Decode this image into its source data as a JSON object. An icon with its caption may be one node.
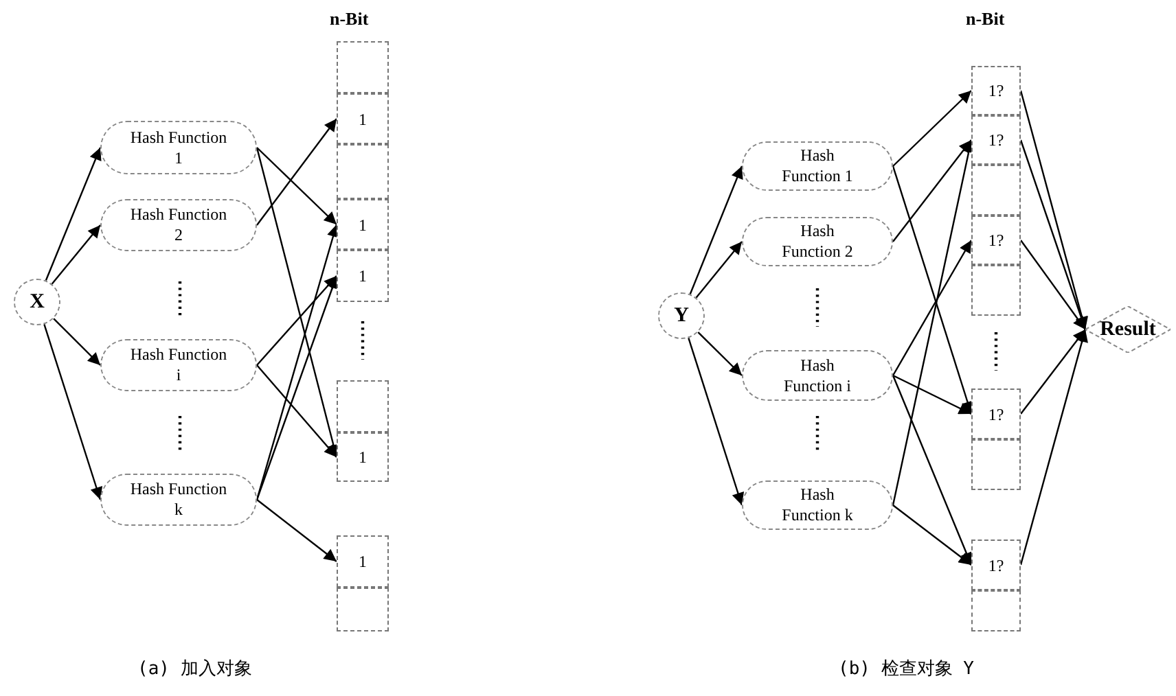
{
  "diagram": {
    "nodes": [
      {
        "text": [
          "X"
        ]
      },
      {
        "text": [
          "Hash Function 1"
        ]
      },
      {
        "text": [
          "Hash Function 2"
        ]
      },
      {
        "text": [
          "Hash Function i"
        ]
      },
      {
        "text": [
          "Hash Function k"
        ]
      },
      {
        "text": [],
        "shape": "box"
      },
      {
        "text": [
          "1"
        ]
      },
      {
        "text": [],
        "shape": "box"
      },
      {
        "text": [
          "1"
        ]
      },
      {
        "text": [
          "1"
        ]
      },
      {
        "text": [],
        "shape": "box"
      },
      {
        "text": [
          "1"
        ]
      },
      {
        "text": [
          "1"
        ]
      },
      {
        "text": [],
        "shape": "box"
      },
      {
        "text": [
          "Y"
        ]
      },
      {
        "text": [
          "Hash Function 1"
        ]
      },
      {
        "text": [
          "Hash Function 2"
        ]
      },
      {
        "text": [
          "Hash Function i"
        ]
      },
      {
        "text": [
          "Hash Function k"
        ]
      },
      {
        "text": [
          "1?"
        ]
      },
      {
        "text": [
          "1?"
        ]
      },
      {
        "text": [],
        "shape": "box"
      },
      {
        "text": [
          "1?"
        ]
      },
      {
        "text": [],
        "shape": "box"
      },
      {
        "text": [
          "1?"
        ]
      },
      {
        "text": [],
        "shape": "box"
      },
      {
        "text": [
          "1?"
        ]
      },
      {
        "text": [],
        "shape": "box"
      },
      {
        "text": [
          "Result"
        ]
      }
    ],
    "edges": [
      {
        "from": 0,
        "to": 1,
        "arrow": "to"
      },
      {
        "from": 0,
        "to": 2,
        "arrow": "to"
      },
      {
        "from": 0,
        "to": 3,
        "arrow": "to"
      },
      {
        "from": 0,
        "to": 4,
        "arrow": "to"
      },
      {
        "from": 1,
        "to": 8,
        "arrow": "to"
      },
      {
        "from": 1,
        "to": 11,
        "arrow": "to"
      },
      {
        "from": 2,
        "to": 6,
        "arrow": "to"
      },
      {
        "from": 3,
        "to": 9,
        "arrow": "to"
      },
      {
        "from": 3,
        "to": 11,
        "arrow": "to"
      },
      {
        "from": 4,
        "to": 8,
        "arrow": "to"
      },
      {
        "from": 4,
        "to": 9,
        "arrow": "to"
      },
      {
        "from": 4,
        "to": 12,
        "arrow": "to"
      },
      {
        "from": 14,
        "to": 15,
        "arrow": "to"
      },
      {
        "from": 14,
        "to": 16,
        "arrow": "to"
      },
      {
        "from": 14,
        "to": 17,
        "arrow": "to"
      },
      {
        "from": 14,
        "to": 18,
        "arrow": "to"
      },
      {
        "from": 15,
        "to": 19,
        "arrow": "to"
      },
      {
        "from": 15,
        "to": 24,
        "arrow": "to"
      },
      {
        "from": 16,
        "to": 20,
        "arrow": "to"
      },
      {
        "from": 17,
        "to": 22,
        "arrow": "to"
      },
      {
        "from": 17,
        "to": 24,
        "arrow": "to"
      },
      {
        "from": 17,
        "to": 26,
        "arrow": "to"
      },
      {
        "from": 18,
        "to": 20,
        "arrow": "to"
      },
      {
        "from": 18,
        "to": 26,
        "arrow": "to"
      },
      {
        "from": 19,
        "to": 28,
        "arrow": "to"
      },
      {
        "from": 20,
        "to": 28,
        "arrow": "to"
      },
      {
        "from": 22,
        "to": 28,
        "arrow": "to"
      },
      {
        "from": 24,
        "to": 28,
        "arrow": "to"
      },
      {
        "from": 26,
        "to": 28,
        "arrow": "to"
      }
    ],
    "labels": [
      "n-Bit",
      "n-Bit",
      "(a) 加入对象",
      "(b) 检查对象 Y"
    ]
  }
}
